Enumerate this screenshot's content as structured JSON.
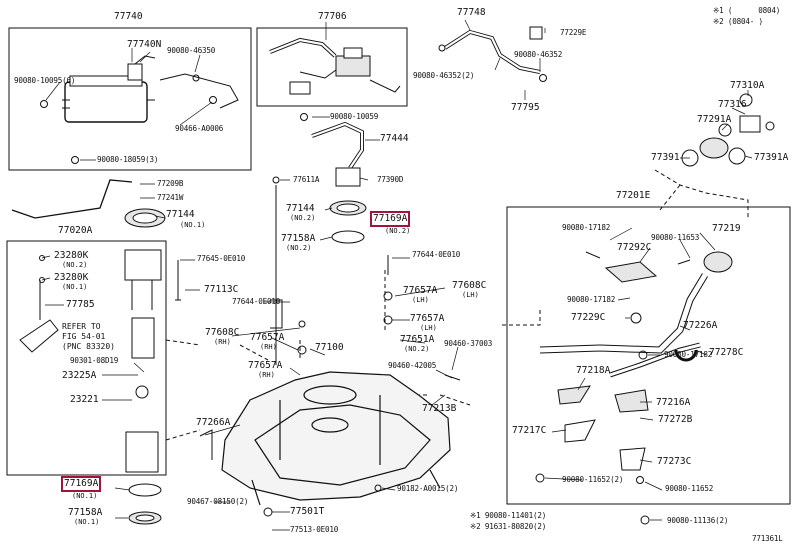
{
  "colors": {
    "line": "#111111",
    "highlight": "#a0143c",
    "fill": "#e6e6e6"
  },
  "header": {
    "note1_label": "※1 (",
    "note1_code": "0804)",
    "note2": "※2 (0804-    )"
  },
  "labels": {
    "p77740": "77740",
    "p77740N": "77740N",
    "p90080_46350": "90080-46350",
    "p90080_10095": "90080-10095(6)",
    "p90466_A0006": "90466-A0006",
    "p90080_18059": "90080-18059(3)",
    "p77706": "77706",
    "p90080_10059": "90080-10059",
    "p77444": "77444",
    "p77748": "77748",
    "p77229E": "77229E",
    "p90080_46352a": "90080-46352",
    "p90080_46352b": "90080-46352(2)",
    "p77795": "77795",
    "p77310A": "77310A",
    "p77316": "77316",
    "p77291A": "77291A",
    "p77391": "77391",
    "p77391A": "77391A",
    "p77209B": "77209B",
    "p77241W": "77241W",
    "p77144a": "77144",
    "p77144a_sub": "(NO.1)",
    "p77020A": "77020A",
    "p77611A": "77611A",
    "p77390D": "77390D",
    "p77144b": "77144",
    "p77144b_sub": "(NO.2)",
    "p77169A_top": "77169A",
    "p77169A_top_sub": "(NO.2)",
    "p77158A_top": "77158A",
    "p77158A_top_sub": "(NO.2)",
    "p77201E": "77201E",
    "p90080_17182a": "90080-17182",
    "p90080_11653": "90080-11653",
    "p77219": "77219",
    "p77292C": "77292C",
    "p90080_17182b": "90080-17182",
    "p77229C": "77229C",
    "p77226A": "77226A",
    "p77278C": "77278C",
    "p77218A": "77218A",
    "p90080_17182c": "90080-17182",
    "p77216A": "77216A",
    "p77272B": "77272B",
    "p77217C": "77217C",
    "p77273C": "77273C",
    "p90080_11652a": "90080-11652(2)",
    "p90080_11652b": "90080-11652",
    "p90080_11136": "90080-11136(2)",
    "p23280K_1": "23280K",
    "p23280K_1_sub": "(NO.2)",
    "p23280K_2": "23280K",
    "p23280K_2_sub": "(NO.1)",
    "p77785": "77785",
    "ref1": "REFER TO",
    "ref2": "FIG 54-01",
    "ref3": "(PNC 83320)",
    "p90301_08D19": "90301-08D19",
    "p23225A": "23225A",
    "p23221": "23221",
    "p77645_0E010": "77645-0E010",
    "p77113C": "77113C",
    "p77644_0E010a": "77644-0E010",
    "p77644_0E010b": "77644-0E010",
    "p77608Ca": "77608C",
    "p77608Ca_sub": "(RH)",
    "p77608Cb": "77608C",
    "p77608Cb_sub": "(LH)",
    "p77657Aa": "77657A",
    "p77657Aa_sub": "(LH)",
    "p77657Ab": "77657A",
    "p77657Ab_sub": "(LH)",
    "p77657Ac": "77657A",
    "p77657Ac_sub": "(RH)",
    "p77657Ad": "77657A",
    "p77657Ad_sub": "(RH)",
    "p77651A": "77651A",
    "p77651A_sub": "(NO.2)",
    "p77100": "77100",
    "p90460_37003": "90460-37003",
    "p90460_42005": "90460-42005",
    "p77213B": "77213B",
    "p77266A": "77266A",
    "p90467_08150": "90467-08150(2)",
    "p77501T": "77501T",
    "p77513_0E010": "77513-0E010",
    "p90182_A0015": "90182-A0015(2)",
    "p77169A_bot": "77169A",
    "p77169A_bot_sub": "(NO.1)",
    "p77158A_bot": "77158A",
    "p77158A_bot_sub": "(NO.1)",
    "foot1": "※1  90080-11401(2)",
    "foot2": "※2  91631-80820(2)",
    "fig": "771361L"
  }
}
